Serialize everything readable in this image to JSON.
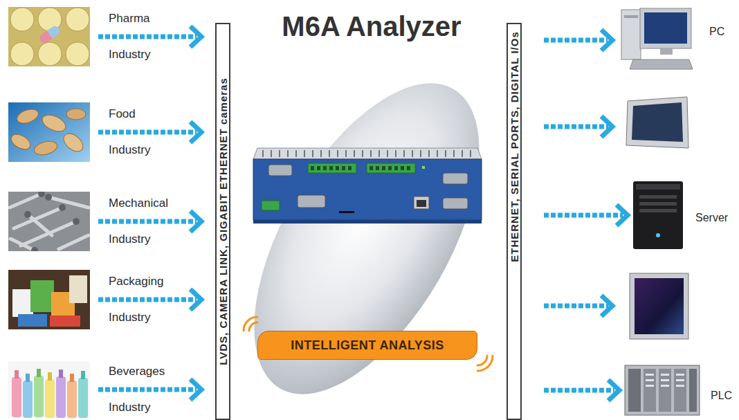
{
  "diagram": {
    "title": "M6A Analyzer",
    "nodes": [
      {
        "text": [
          "Pharma Industry"
        ]
      },
      {
        "text": [
          "Food Industry"
        ]
      },
      {
        "text": [
          "Mechanical Industry"
        ]
      },
      {
        "text": [
          "Packaging Industry"
        ]
      },
      {
        "text": [
          "Beverages Industry"
        ]
      },
      {
        "text": [
          "LVDS, CAMERA LINK, GIGABIT ETHERNET cameras"
        ]
      },
      {
        "text": [
          "INTELLIGENT ANALYSIS"
        ]
      },
      {
        "text": [
          "ETHERNET, SERIAL PORTS, DIGITAL I/Os"
        ]
      },
      {
        "text": [
          "PC"
        ]
      },
      {
        "text": [
          "Server"
        ]
      },
      {
        "text": [
          "PLC"
        ]
      }
    ],
    "edges": [
      {
        "from": 0,
        "to": 5,
        "arrow": "to"
      },
      {
        "from": 1,
        "to": 5,
        "arrow": "to"
      },
      {
        "from": 2,
        "to": 5,
        "arrow": "to"
      },
      {
        "from": 3,
        "to": 5,
        "arrow": "to"
      },
      {
        "from": 4,
        "to": 5,
        "arrow": "to"
      },
      {
        "from": 7,
        "to": 8,
        "arrow": "to"
      },
      {
        "from": 7,
        "to": 9,
        "arrow": "to"
      },
      {
        "from": 7,
        "to": 10,
        "arrow": "to"
      }
    ]
  }
}
